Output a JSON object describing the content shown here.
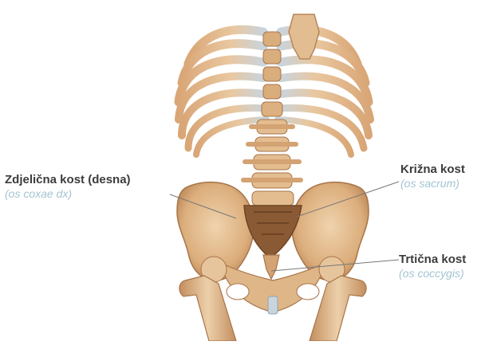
{
  "labels": {
    "hip_bone": {
      "common": "Zdjelična kost (desna)",
      "latin": "(os coxae dx)"
    },
    "sacrum": {
      "common": "Križna kost",
      "latin": "(os sacrum)"
    },
    "coccyx": {
      "common": "Trtična kost",
      "latin": "(os coccygis)"
    }
  },
  "colors": {
    "bone": "#e6c59c",
    "bone_shadow": "#b98557",
    "cartilage": "#c9d4dc",
    "label_text": "#3c3c3c",
    "latin_text": "#a3c4d2",
    "leader_line": "#777777"
  }
}
